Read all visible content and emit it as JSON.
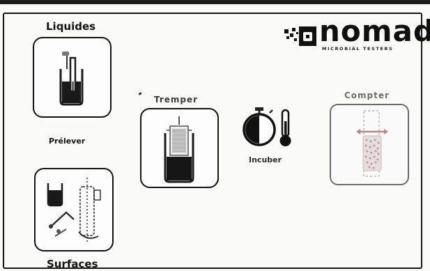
{
  "brand": {
    "name": "nomad",
    "tagline": "MICROBIAL TESTERS"
  },
  "labels": {
    "liquides": "Liquides",
    "prelever": "Prélever",
    "surfaces": "Surfaces",
    "tremper": "Tremper",
    "incuber": "Incuber",
    "compter": "Compter"
  }
}
